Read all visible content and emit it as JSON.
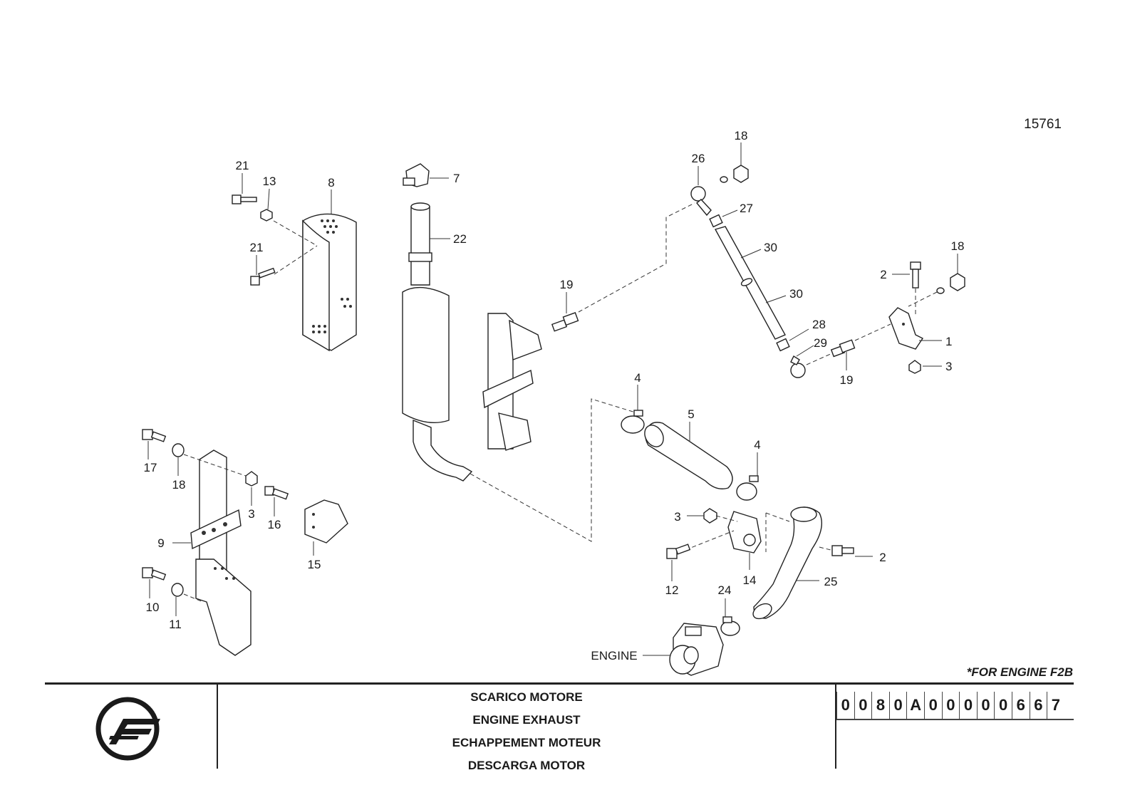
{
  "sheet_number": "15761",
  "engine_note": "*FOR ENGINE F2B",
  "engine_label": "ENGINE",
  "titles": [
    "SCARICO MOTORE",
    "ENGINE EXHAUST",
    "ECHAPPEMENT MOTEUR",
    "DESCARGA MOTOR"
  ],
  "code_chars": [
    "0",
    "0",
    "8",
    "0",
    "A",
    "0",
    "0",
    "0",
    "0",
    "0",
    "6",
    "6",
    "7"
  ],
  "callouts": {
    "c21a": "21",
    "c13": "13",
    "c8": "8",
    "c21b": "21",
    "c7": "7",
    "c22": "22",
    "c26": "26",
    "c18a": "18",
    "c27": "27",
    "c30a": "30",
    "c30b": "30",
    "c18b": "18",
    "c2a": "2",
    "c1": "1",
    "c3a": "3",
    "c19a": "19",
    "c28": "28",
    "c29": "29",
    "c19b": "19",
    "c4a": "4",
    "c5": "5",
    "c4b": "4",
    "c17": "17",
    "c18c": "18",
    "c3b": "3",
    "c16": "16",
    "c15": "15",
    "c9": "9",
    "c10": "10",
    "c11": "11",
    "c3c": "3",
    "c14": "14",
    "c12": "12",
    "c24": "24",
    "c25": "25",
    "c2b": "2"
  },
  "colors": {
    "ink": "#1a1a1a",
    "paper": "#ffffff"
  }
}
